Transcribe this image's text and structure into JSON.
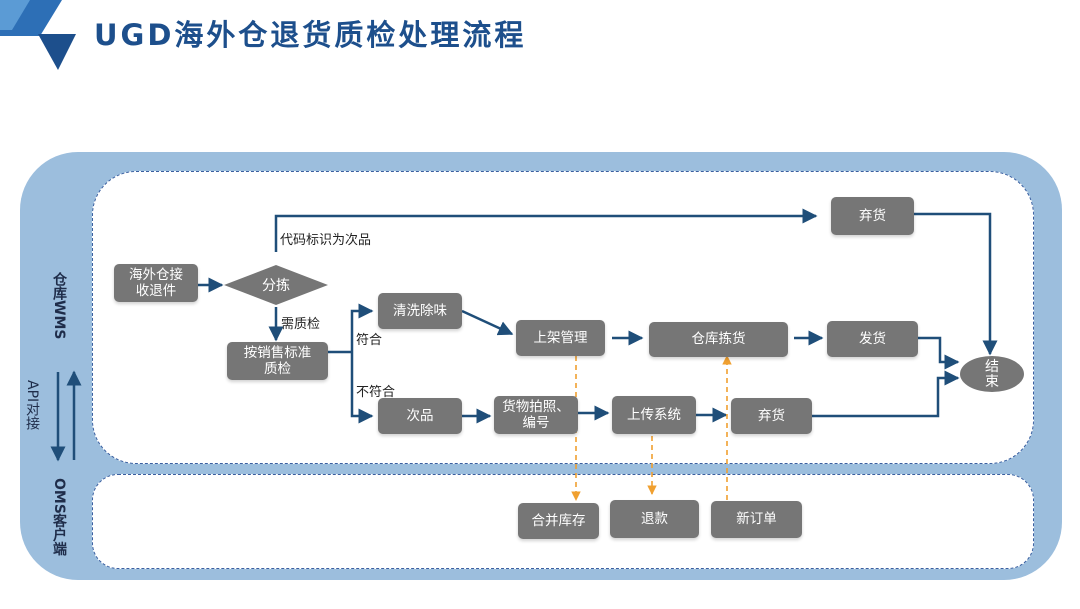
{
  "header": {
    "title": "UGD海外仓退货质检处理流程"
  },
  "lanes": {
    "wms": "仓库WMS",
    "oms": "OMS客户端",
    "api": "API对接"
  },
  "nodes": {
    "receive": "海外仓接\n收退件",
    "sort": "分拣",
    "inspect": "按销售标准\n质检",
    "clean": "清洗除味",
    "shelve": "上架管理",
    "pick": "仓库拣货",
    "ship": "发货",
    "defective": "次品",
    "photo": "货物拍照、\n编号",
    "upload": "上传系统",
    "discard_bottom": "弃货",
    "discard_top": "弃货",
    "end": "结\n束",
    "merge": "合并库存",
    "refund": "退款",
    "new_order": "新订单"
  },
  "edge_labels": {
    "code_defect": "代码标识为次品",
    "need_inspect": "需质检",
    "pass": "符合",
    "fail": "不符合"
  },
  "colors": {
    "title": "#1d4f8c",
    "outer_band": "#9cbedd",
    "node_fill": "#767676",
    "arrow": "#1f4e79",
    "dashed_arrow": "#f0a030"
  }
}
